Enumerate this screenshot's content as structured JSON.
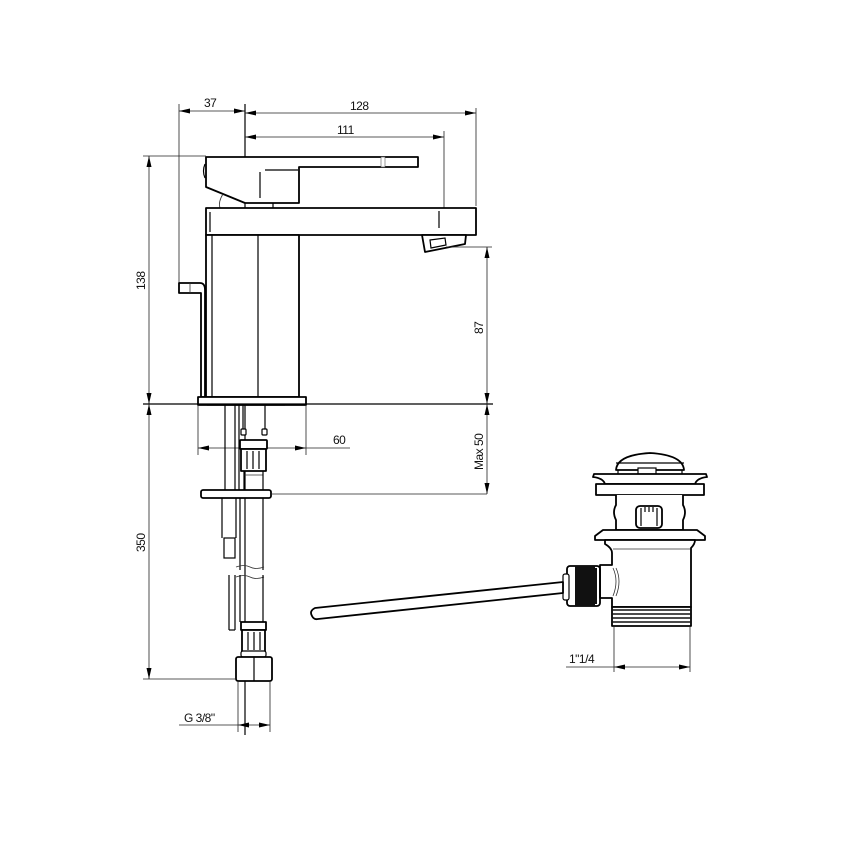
{
  "drawing": {
    "title": "Basin mixer with pop-up waste — dimensional drawing",
    "dimensions": {
      "handle_offset": "37",
      "spout_reach_total": "128",
      "spout_reach_axis": "111",
      "overall_height": "138",
      "spout_outlet_height": "87",
      "base_diameter": "60",
      "max_deck_thickness": "Max 50",
      "hose_length": "350",
      "hose_connection": "G 3/8\"",
      "waste_thread": "1\"1/4"
    },
    "components": [
      "mixer-body",
      "lever-handle",
      "spout",
      "aerator",
      "pop-up-rod",
      "mounting-shank",
      "fixing-plate",
      "flexible-hoses",
      "hose-nut",
      "pop-up-waste",
      "waste-pull-rod"
    ]
  }
}
